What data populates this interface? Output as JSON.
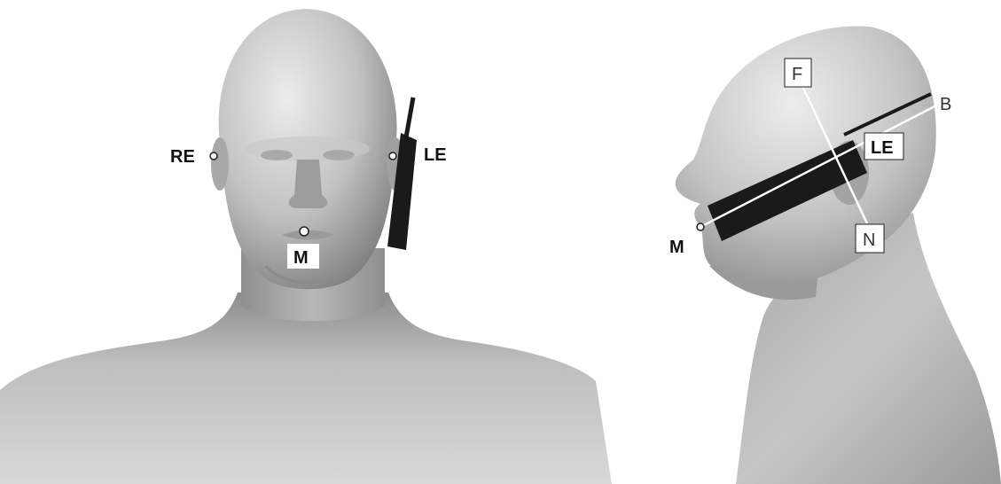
{
  "front_view": {
    "labels": {
      "right_ear": "RE",
      "left_ear": "LE",
      "mouth": "M"
    }
  },
  "side_view": {
    "labels": {
      "front_point": "F",
      "back_point": "B",
      "left_ear": "LE",
      "neck_point": "N",
      "mouth": "M"
    }
  },
  "colors": {
    "skin_light": "#e6e6e6",
    "skin_mid": "#b4b4b4",
    "skin_dark": "#7a7a7a",
    "device": "#1a1a1a",
    "label_box": "#ffffff",
    "guide_line": "#ffffff"
  }
}
